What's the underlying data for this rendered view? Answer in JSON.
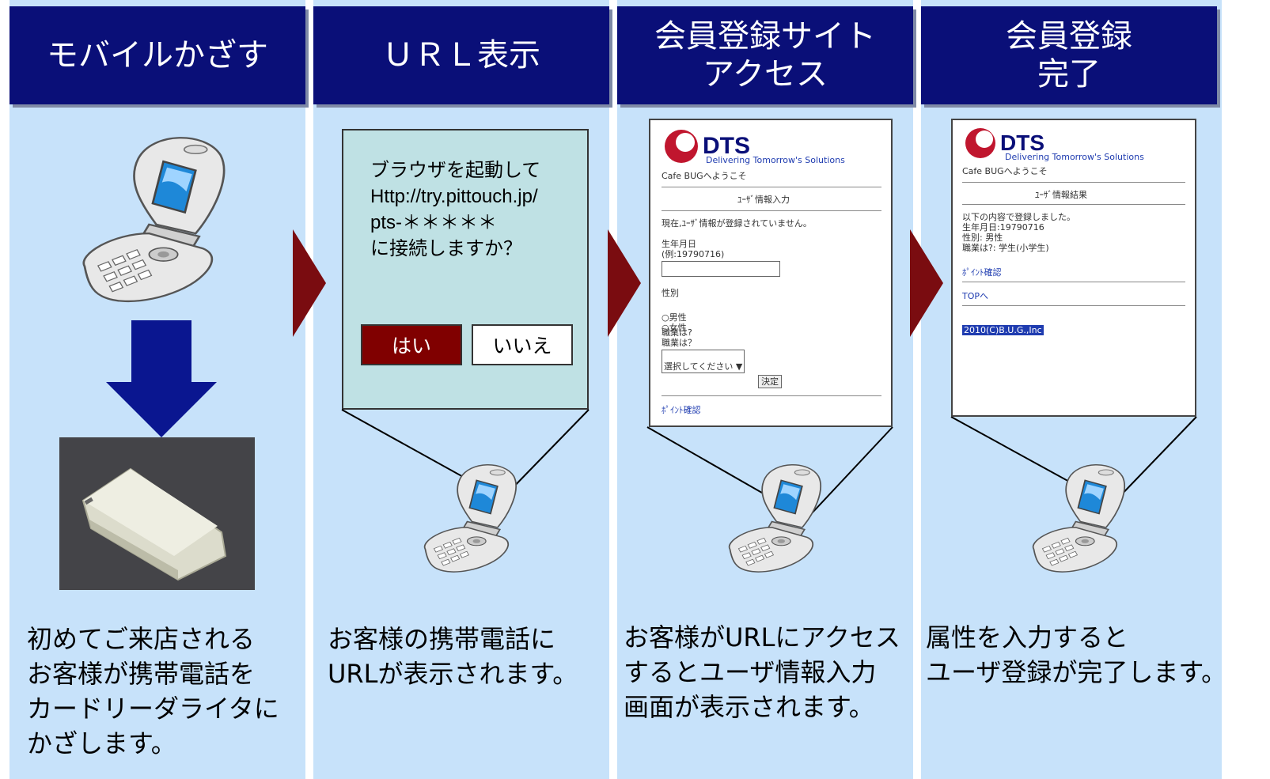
{
  "headers": {
    "step1": "モバイルかざす",
    "step2": "ＵＲＬ表示",
    "step3": "会員登録サイト\nアクセス",
    "step4": "会員登録\n完了"
  },
  "captions": {
    "step1": "初めてご来店される\nお客様が携帯電話を\nカードリーダライタに\nかざします。",
    "step2": "お客様の携帯電話に\nURLが表示されます。",
    "step3": "お客様がURLにアクセス\nするとユーザ情報入力\n画面が表示されます。",
    "step4": "属性を入力すると\nユーザ登録が完了します。"
  },
  "dialog": {
    "message": "ブラウザを起動して\nHttp://try.pittouch.jp/\npts-＊＊＊＊＊\nに接続しますか？",
    "yes_label": "はい",
    "no_label": "いいえ"
  },
  "screen3": {
    "logo": "DTS",
    "tagline": "Delivering Tomorrow's Solutions",
    "welcome": "Cafe  BUGへようこそ",
    "section_title": "ﾕｰｻﾞ情報入力",
    "notice": "現在,ﾕｰｻﾞ情報が登録されていません。",
    "birth_label": "生年月日\n(例:19790716)",
    "gender_label": "性別",
    "male": "男性",
    "female": "女性",
    "job_label": "職業は?\n職業は？",
    "job_select": "選択してください",
    "submit": "決定",
    "points_link": "ﾎﾟｲﾝﾄ確認"
  },
  "screen4": {
    "logo": "DTS",
    "tagline": "Delivering Tomorrow's Solutions",
    "welcome": "Cafe  BUGへようこそ",
    "section_title": "ﾕｰｻﾞ情報結果",
    "result": "以下の内容で登録しました。\n生年月日:19790716\n性別: 男性\n職業は?: 学生(小学生)",
    "points_link": "ﾎﾟｲﾝﾄ確認",
    "top_link": "TOPへ",
    "copyright": "2010(C)B.U.G.,Inc"
  },
  "colors": {
    "panel_bg": "#c7e2fa",
    "header_bg": "#0a0f78",
    "arrow": "#7a0c10",
    "down_arrow": "#0a1690",
    "yes_button": "#800000",
    "dialog_bg": "#bfe1e4"
  },
  "icons": [
    "flip-phone-icon",
    "down-arrow-icon",
    "card-reader-device",
    "chevron-right-icon",
    "dts-logo-icon"
  ]
}
